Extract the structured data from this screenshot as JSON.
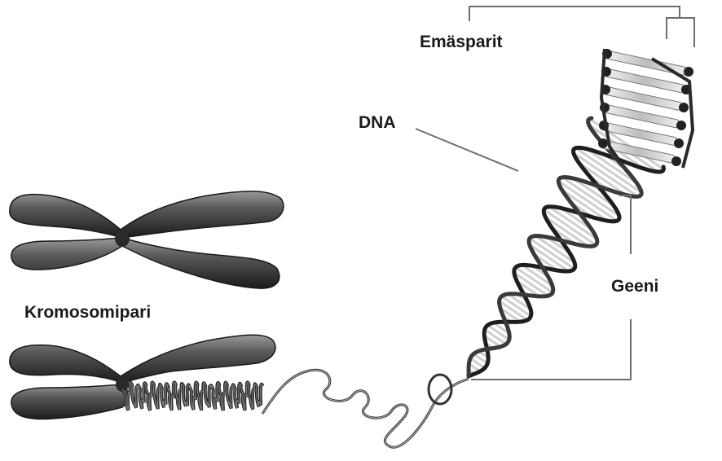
{
  "labels": {
    "base_pairs": "Emäsparit",
    "dna": "DNA",
    "gene": "Geeni",
    "chromosome_pair": "Kromosomipari"
  },
  "colors": {
    "chromosome_dark": "#3c3c3c",
    "chromosome_light": "#8a8a8a",
    "dna_backbone": "#222222",
    "base_pair_fill": "#d6d6d6",
    "annotation_line": "#6e6e6e"
  }
}
